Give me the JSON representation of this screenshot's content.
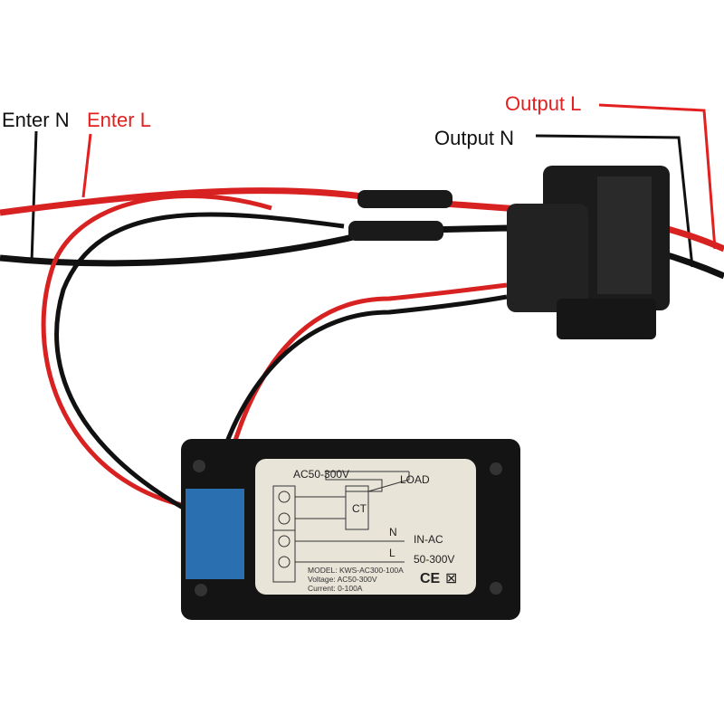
{
  "annotations": {
    "enter_n": "Enter N",
    "enter_l": "Enter L",
    "output_l": "Output L",
    "output_n": "Output N"
  },
  "device_label": {
    "supply": "AC50-300V",
    "load": "LOAD",
    "ct": "CT",
    "n": "N",
    "l": "L",
    "in_ac": "IN-AC",
    "range": "50-300V",
    "model": "MODEL: KWS-AC300-100A",
    "voltage": "Voltage: AC50-300V",
    "current": "Current: 0-100A",
    "ce": "CE"
  },
  "colors": {
    "red_wire": "#d82222",
    "black_wire": "#111111",
    "annotation_red": "#e32020"
  }
}
